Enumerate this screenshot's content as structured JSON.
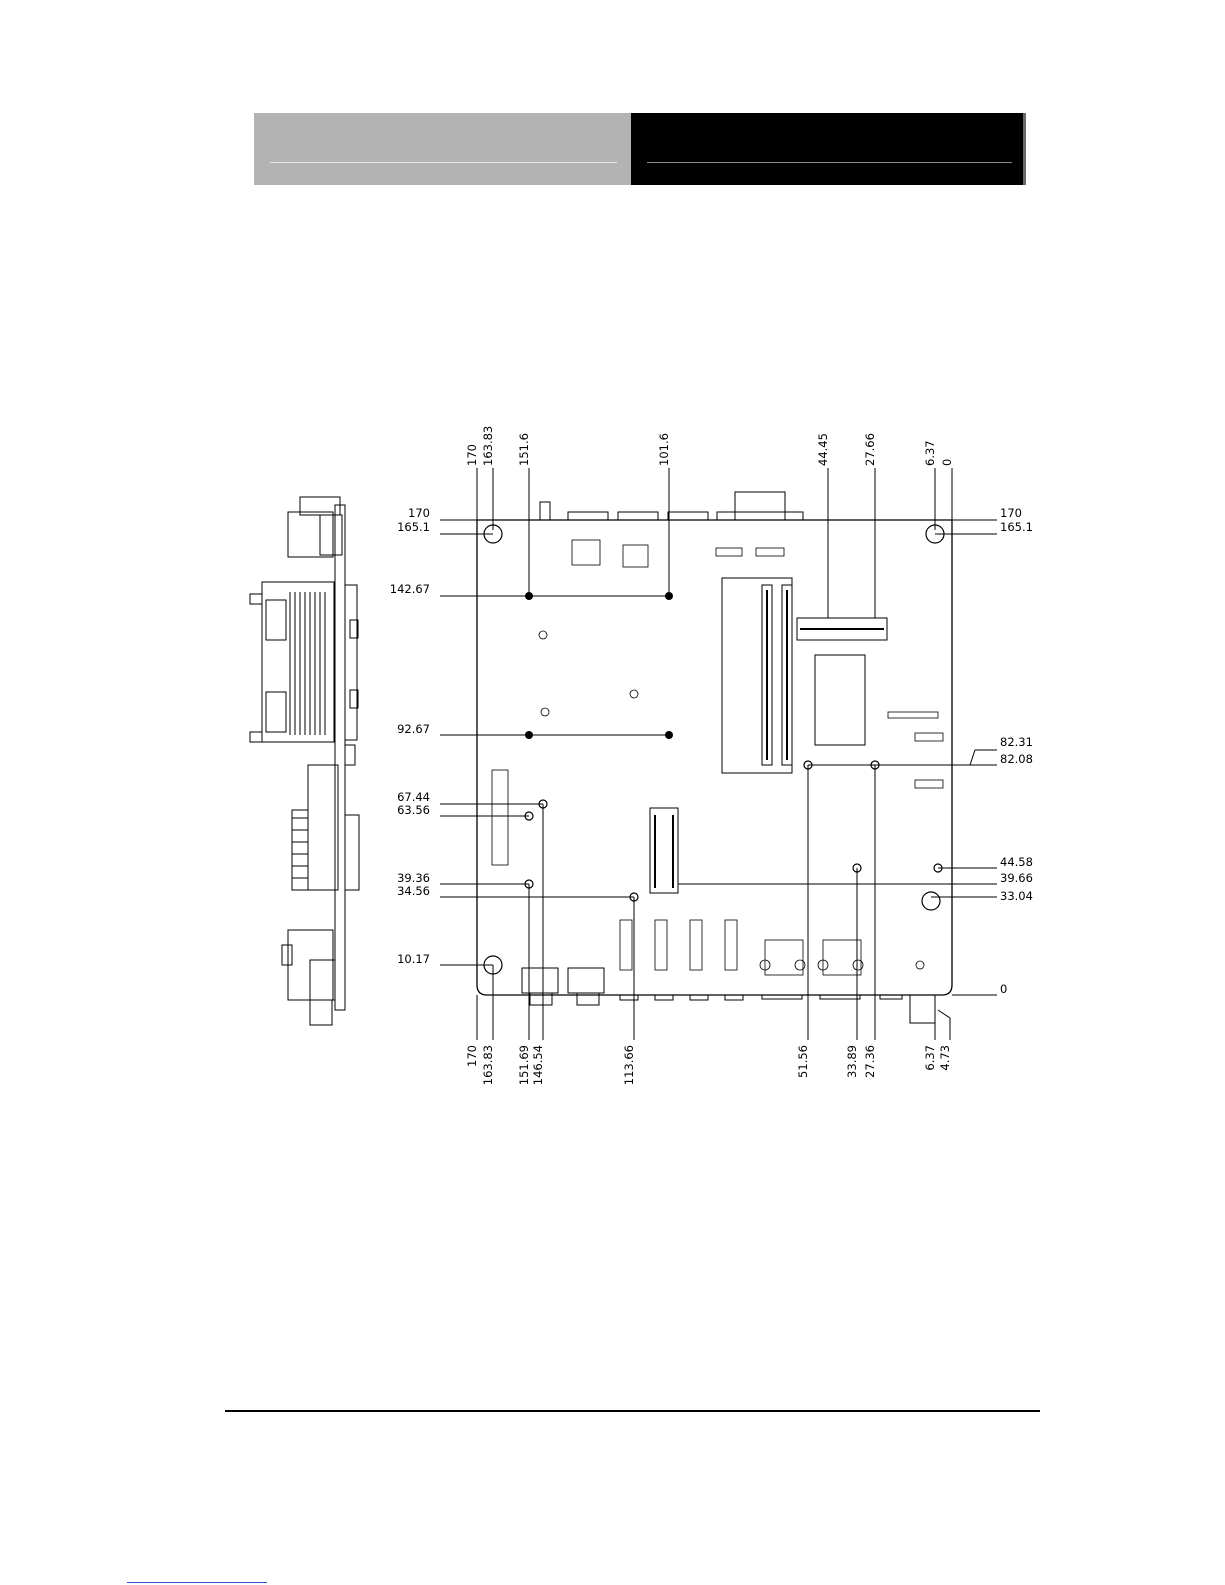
{
  "header": {
    "left_title": "",
    "right_title": ""
  },
  "drawing": {
    "top_x_labels": [
      "170",
      "163.83",
      "151.6",
      "101.6",
      "44.45",
      "27.66",
      "6.37",
      "0"
    ],
    "bottom_x_labels": [
      "170",
      "163.83",
      "151.69",
      "146.54",
      "113.66",
      "51.56",
      "33.89",
      "27.36",
      "6.37",
      "4.73"
    ],
    "left_y_labels": [
      "170",
      "165.1",
      "142.67",
      "92.67",
      "67.44",
      "63.56",
      "39.36",
      "34.56",
      "10.17"
    ],
    "right_y_labels": [
      "170",
      "165.1",
      "82.31",
      "82.08",
      "44.58",
      "39.66",
      "33.04",
      "0"
    ]
  },
  "colors": {
    "header_left": "#b3b3b3",
    "header_right": "#000000",
    "line": "#000000"
  }
}
